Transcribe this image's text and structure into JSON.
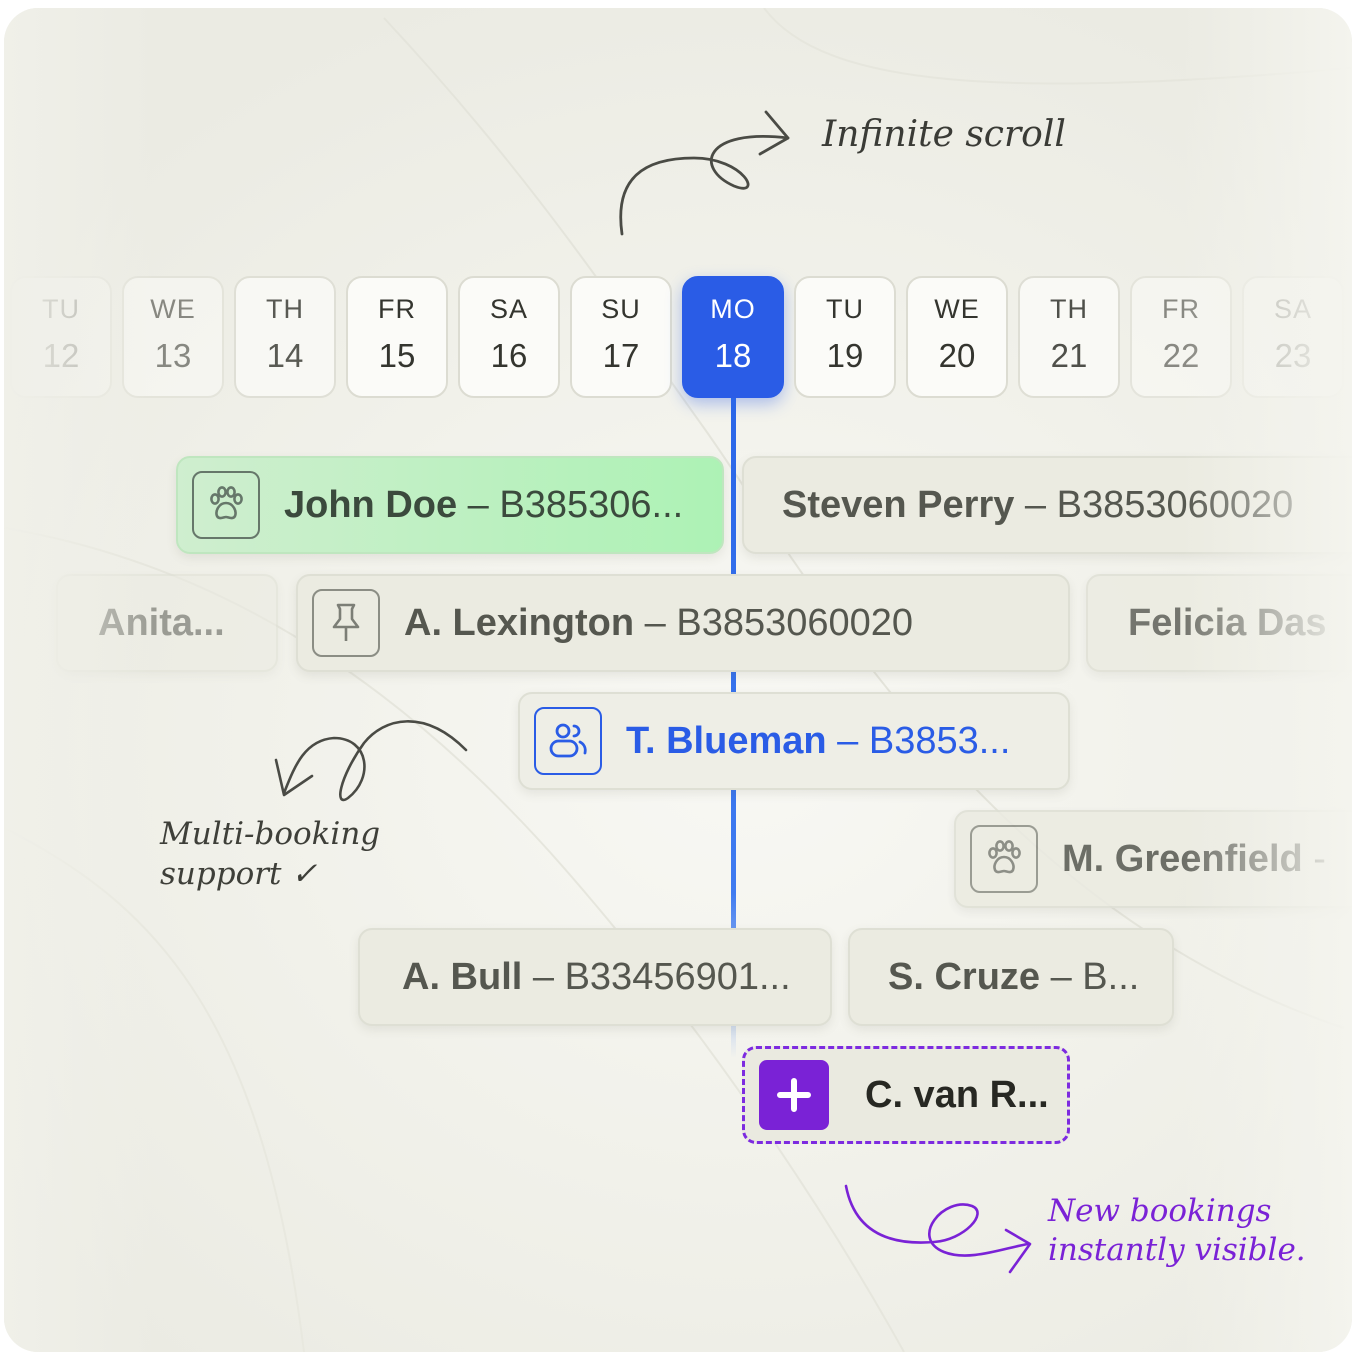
{
  "days": [
    {
      "dow": "TU",
      "num": "12"
    },
    {
      "dow": "WE",
      "num": "13"
    },
    {
      "dow": "TH",
      "num": "14"
    },
    {
      "dow": "FR",
      "num": "15"
    },
    {
      "dow": "SA",
      "num": "16"
    },
    {
      "dow": "SU",
      "num": "17"
    },
    {
      "dow": "MO",
      "num": "18"
    },
    {
      "dow": "TU",
      "num": "19"
    },
    {
      "dow": "WE",
      "num": "20"
    },
    {
      "dow": "TH",
      "num": "21"
    },
    {
      "dow": "FR",
      "num": "22"
    },
    {
      "dow": "SA",
      "num": "23"
    }
  ],
  "selected_day": "MO 18",
  "bookings": {
    "john_doe": {
      "name": "John Doe",
      "code": " – B385306...",
      "icon": "paw-icon"
    },
    "steven_perry": {
      "name": "Steven Perry",
      "code": "  – B3853060020",
      "icon": ""
    },
    "anita": {
      "name": "Anita...",
      "code": "",
      "icon": ""
    },
    "lexington": {
      "name": "A. Lexington",
      "code": "  – B3853060020",
      "icon": "pushpin-icon"
    },
    "felicia": {
      "name": "Felicia Das",
      "code": "",
      "icon": ""
    },
    "blueman": {
      "name": "T. Blueman",
      "code": " – B3853...",
      "icon": "users-icon"
    },
    "greenfield": {
      "name": "M. Greenfield",
      "code": " -",
      "icon": "paw-icon"
    },
    "bull": {
      "name": "A. Bull",
      "code": " – B33456901...",
      "icon": ""
    },
    "cruze": {
      "name": "S. Cruze",
      "code": " – B...",
      "icon": ""
    },
    "van_r": {
      "name": "C. van R...",
      "code": "",
      "icon": "plus-icon"
    }
  },
  "annotations": {
    "scroll": "Infinite scroll",
    "multi_line1": "Multi-booking",
    "multi_line2": "support ✓",
    "new_line1": "New bookings",
    "new_line2": "instantly visible."
  },
  "colors": {
    "accent_blue": "#2a5ce6",
    "green_card": "#adf2b5",
    "purple": "#7a22d6",
    "background": "#f1f1ea"
  }
}
